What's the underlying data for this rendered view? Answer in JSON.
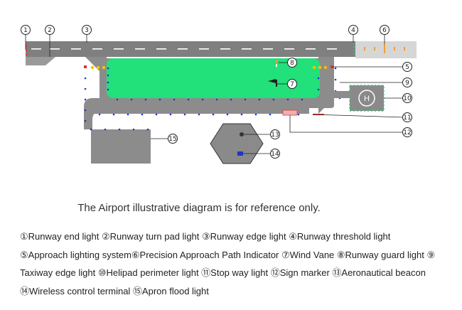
{
  "callouts": [
    "1",
    "2",
    "3",
    "4",
    "6",
    "8",
    "5",
    "9",
    "7",
    "10",
    "11",
    "12",
    "13",
    "14",
    "15"
  ],
  "caption": "The Airport illustrative diagram is for reference only.",
  "legend": [
    "①Runway end light ②Runway turn pad light ③Runway edge light ④Runway threshold light",
    "⑤Approach lighting system⑥Precision Approach Path Indicator ⑦Wind Vane ⑧Runway guard light ⑨",
    "Taxiway edge light ⑩Helipad perimeter light ⑪Stop way light ⑫Sign marker ⑬Aeronautical beacon",
    "⑭Wireless control terminal ⑮Apron flood light"
  ],
  "helipad_letter": "H",
  "colors": {
    "runway": "#7f7f7f",
    "grass": "#22e07a",
    "taxiway": "#8c8c8c",
    "approach_area": "#d3d3d3",
    "edge_light": "#2233cc",
    "end_light": "#e03030",
    "threshold_light": "#2ecc71",
    "guard_light": "#f2c400",
    "beacon_area": "#8a8a8a"
  }
}
